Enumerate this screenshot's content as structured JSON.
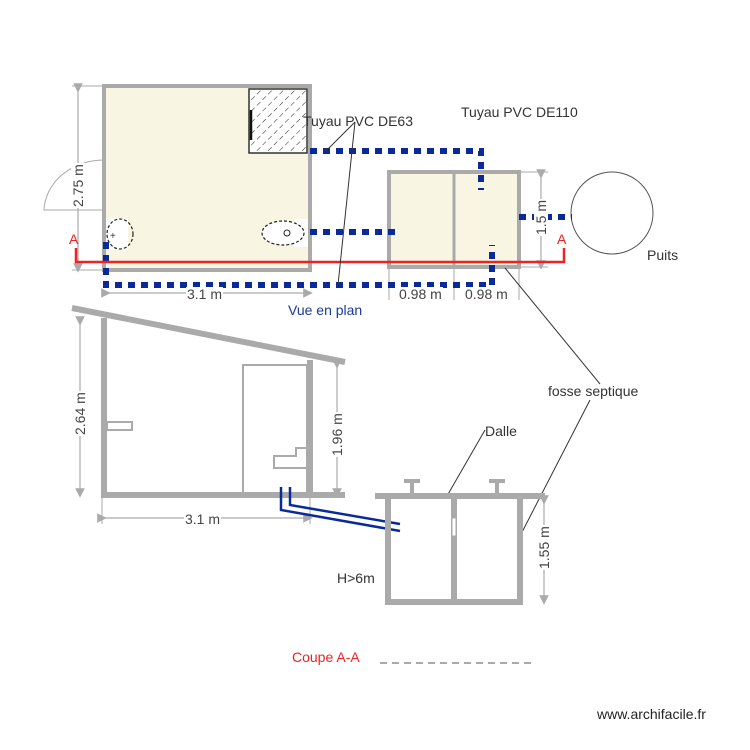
{
  "plan": {
    "title": "Vue en plan",
    "labels": {
      "pipe_de63": "Tuyau PVC DE63",
      "pipe_de110": "Tuyau PVC DE110",
      "well": "Puits",
      "septic_tank": "fosse septique"
    },
    "dimensions": {
      "room_height": "2.75 m",
      "room_width": "3.1 m",
      "tank_width_1": "0.98 m",
      "tank_width_2": "0.98 m",
      "tank_depth": "1.5 m"
    },
    "section_marker_left": "A",
    "section_marker_right": "A"
  },
  "section": {
    "title": "Coupe A-A",
    "labels": {
      "slab": "Dalle",
      "depth_note": "H>6m"
    },
    "dimensions": {
      "wall_height_left": "2.64 m",
      "wall_height_right": "1.96 m",
      "floor_width": "3.1 m",
      "tank_height": "1.55 m"
    }
  },
  "colors": {
    "wall": "#aaaaaa",
    "floor_fill": "#f8f5e3",
    "pipe": "#0a2a9a",
    "section_line": "#ee2222"
  },
  "watermark": "www.archifacile.fr"
}
